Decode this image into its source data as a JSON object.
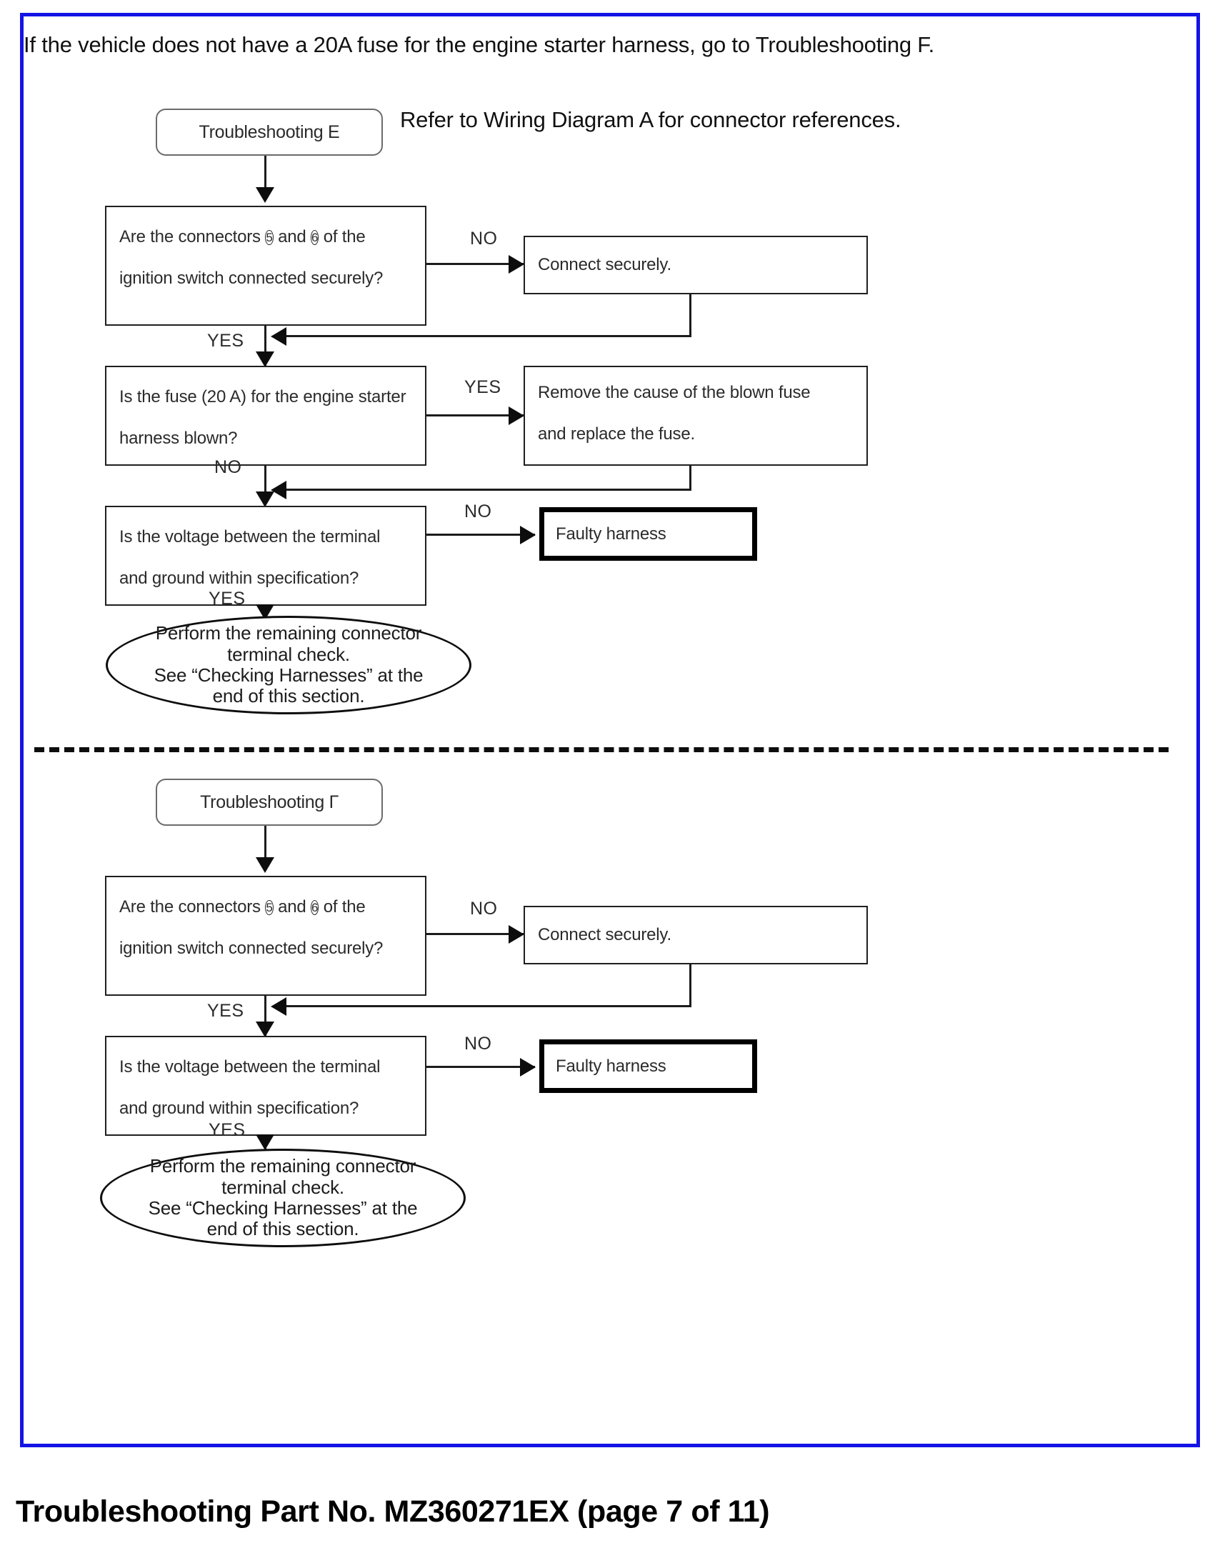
{
  "document": {
    "intro_note": "If the vehicle does not have a 20A fuse for the engine starter harness, go to Troubleshooting F.",
    "wiring_note": "Refer to Wiring Diagram A for connector references.",
    "footer_caption": "Troubleshooting Part No. MZ360271EX (page 7 of 11)",
    "frame_color": "#1414e6"
  },
  "flow_e": {
    "start": {
      "label": "Troubleshooting E"
    },
    "q1": {
      "line1_a": "Are  the  connectors",
      "line1_c1": "5",
      "line1_b": "and",
      "line1_c2": "6",
      "line1_d": "of  the",
      "line2": "ignition switch connected securely?",
      "branch_no": "NO",
      "branch_yes": "YES"
    },
    "a1": {
      "label": "Connect securely."
    },
    "q2": {
      "line1": "Is the fuse (20 A) for the engine starter",
      "line2": "harness blown?",
      "branch_yes": "YES",
      "branch_no": "NO"
    },
    "a2": {
      "line1": "Remove the cause of the blown fuse",
      "line2": "and replace the fuse."
    },
    "q3": {
      "line1": "Is the voltage between the terminal",
      "line2": "and ground within specification?",
      "branch_no": "NO",
      "branch_yes": "YES"
    },
    "a3": {
      "label": "Faulty harness"
    },
    "end": {
      "line1": "Perform the remaining connector",
      "line2": "terminal check.",
      "line3": "See “Checking Harnesses” at the",
      "line4": "end of this section."
    }
  },
  "flow_f": {
    "start": {
      "label": "Troubleshooting Г"
    },
    "q1": {
      "line1_a": "Are  the  connectors",
      "line1_c1": "5",
      "line1_b": "and",
      "line1_c2": "6",
      "line1_d": "of  the",
      "line2": "ignition switch connected securely?",
      "branch_no": "NO",
      "branch_yes": "YES"
    },
    "a1": {
      "label": "Connect securely."
    },
    "q2": {
      "line1": "Is  the  voltage  between  the  terminal",
      "line2": "and ground within specification?",
      "branch_no": "NO",
      "branch_yes": "YES"
    },
    "a2": {
      "label": "Faulty harness"
    },
    "end": {
      "line1": "Perform the remaining connector",
      "line2": "terminal check.",
      "line3": "See “Checking Harnesses” at the",
      "line4": "end of this section."
    }
  }
}
